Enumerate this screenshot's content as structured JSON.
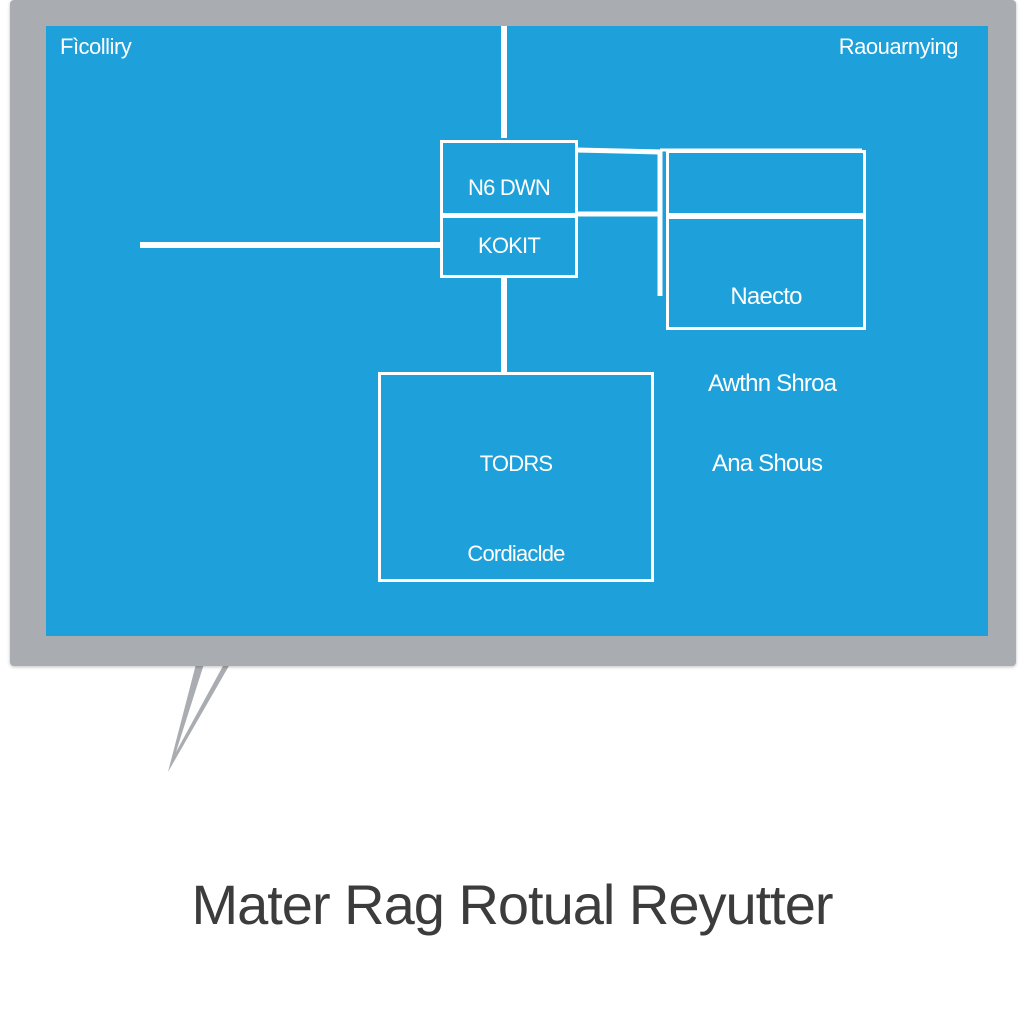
{
  "screen": {
    "top_left_label": "Fìcolliry",
    "top_right_label": "Raouarnying"
  },
  "nodes": {
    "upper_box_top_label": "N6 DWN",
    "upper_box_bottom_label": "KOKIT",
    "right_box_label": "Naecto",
    "lower_box_top_label": "TODRS",
    "lower_box_bottom_label": "Cordiaclde"
  },
  "side_labels": {
    "first": "Awthn Shroa",
    "second": "Ana Shous"
  },
  "caption": "Mater Rag Rotual Reyutter",
  "colors": {
    "screen_blue": "#1ea0da",
    "frame_gray": "#a9acb0",
    "line_white": "#ffffff",
    "caption_gray": "#3c3c3c"
  }
}
